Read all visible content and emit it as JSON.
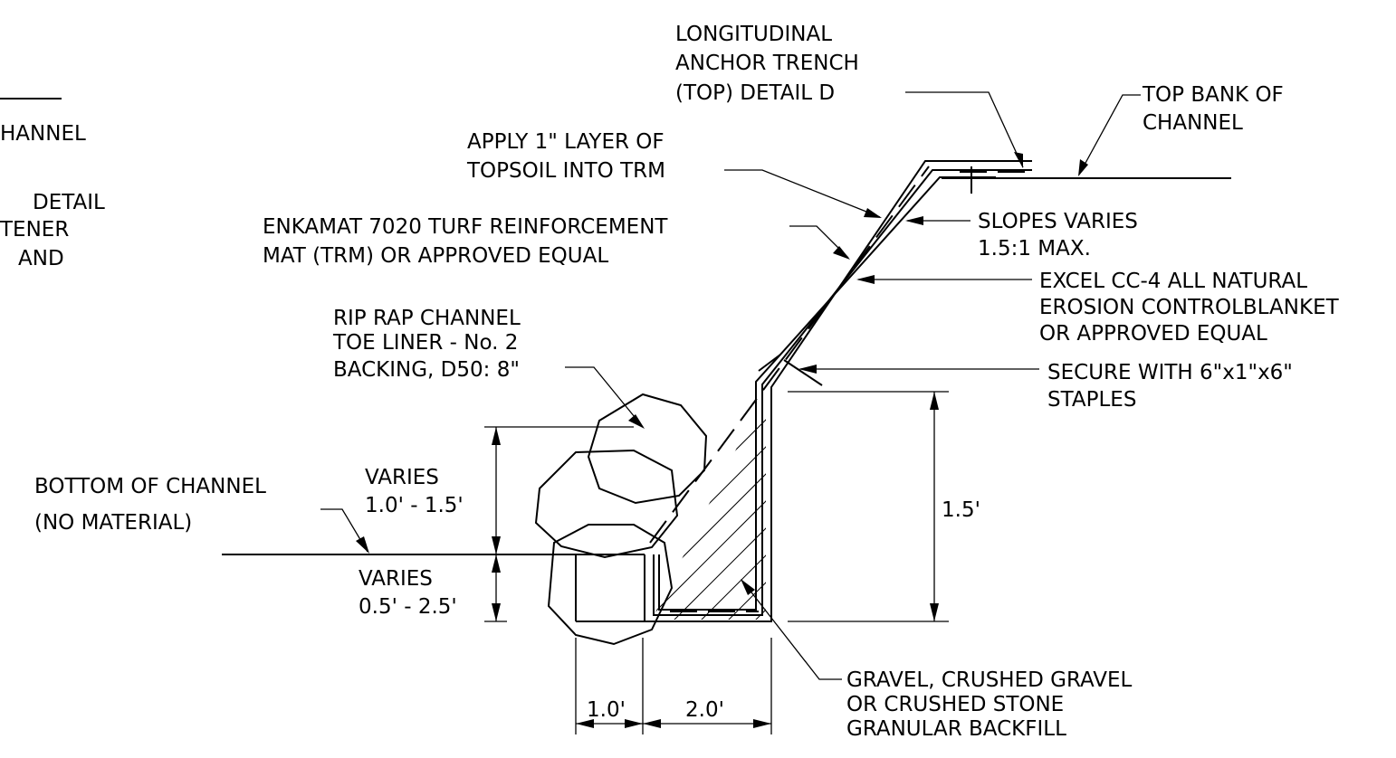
{
  "labels": {
    "partial_left": [
      "HANNEL",
      "DETAIL",
      "TENER",
      "AND"
    ],
    "anchor_trench": [
      "LONGITUDINAL",
      "ANCHOR TRENCH",
      "(TOP) DETAIL D"
    ],
    "top_bank": [
      "TOP BANK OF",
      "CHANNEL"
    ],
    "topsoil": [
      "APPLY 1\" LAYER OF",
      "TOPSOIL INTO TRM"
    ],
    "trm": [
      "ENKAMAT 7020 TURF REINFORCEMENT",
      "MAT (TRM) OR APPROVED EQUAL"
    ],
    "slopes": [
      "SLOPES VARIES",
      "1.5:1 MAX."
    ],
    "blanket": [
      "EXCEL CC-4 ALL NATURAL",
      "EROSION CONTROLBLANKET",
      "OR APPROVED EQUAL"
    ],
    "riprap": [
      "RIP RAP CHANNEL",
      "TOE LINER - No. 2",
      "BACKING, D50: 8\""
    ],
    "staples": [
      "SECURE WITH 6\"x1\"x6\"",
      "STAPLES"
    ],
    "bottom": [
      "BOTTOM OF CHANNEL",
      "(NO MATERIAL)"
    ],
    "varies_top": [
      "VARIES",
      "1.0' - 1.5'"
    ],
    "varies_bottom": [
      "VARIES",
      "0.5' - 2.5'"
    ],
    "gravel": [
      "GRAVEL, CRUSHED GRAVEL",
      "OR CRUSHED STONE",
      "GRANULAR BACKFILL"
    ]
  },
  "dimensions": {
    "height": "1.5'",
    "width_left": "1.0'",
    "width_right": "2.0'"
  }
}
